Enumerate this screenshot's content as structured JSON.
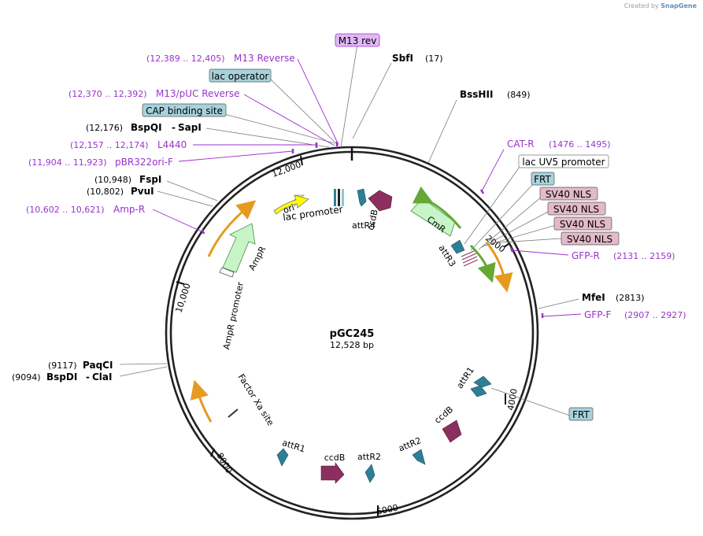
{
  "credit": {
    "prefix": "Created by",
    "brand": "SnapGene"
  },
  "plasmid": {
    "name": "pGC245",
    "size_label": "12,528 bp",
    "length": 12528
  },
  "colors": {
    "primer": "#9933cc",
    "primer_fill": "#e0b8f5",
    "misc_fill": "#a6d2dc",
    "nls_fill": "#e3bac9",
    "ori_fill": "#ffff00",
    "ccdb": "#8c2f5e",
    "att": "#2e7f96",
    "resist_fill": "#c8f5c8",
    "resist_stroke": "#4f9e4f",
    "orange": "#e69a1f",
    "green_arc": "#65a835"
  },
  "ticks": [
    "2000",
    "4000",
    "6000",
    "8000",
    "10,000",
    "12,000"
  ],
  "enzymes": {
    "sbfi": {
      "name": "SbfI",
      "pos": "(17)"
    },
    "bsshii": {
      "name": "BssHII",
      "pos": "(849)"
    },
    "mfei": {
      "name": "MfeI",
      "pos": "(2813)"
    },
    "paqci": {
      "name": "PaqCI",
      "pos": "(9117)"
    },
    "bspdi": {
      "name": "BspDI",
      "name2": "ClaI",
      "pos": "(9094)"
    },
    "pvui": {
      "name": "PvuI",
      "pos": "(10,802)"
    },
    "fspi": {
      "name": "FspI",
      "pos": "(10,948)"
    },
    "bspqi": {
      "name": "BspQI",
      "name2": "SapI",
      "pos": "(12,176)"
    }
  },
  "primers": {
    "m13rev": {
      "name": "M13 rev"
    },
    "m13reverse": {
      "name": "M13 Reverse",
      "range": "(12,389 .. 12,405)"
    },
    "m13puc": {
      "name": "M13/pUC Reverse",
      "range": "(12,370 .. 12,392)"
    },
    "l4440": {
      "name": "L4440",
      "range": "(12,157 .. 12,174)"
    },
    "pbr322": {
      "name": "pBR322ori-F",
      "range": "(11,904 .. 11,923)"
    },
    "ampr": {
      "name": "Amp-R",
      "range": "(10,602 .. 10,621)"
    },
    "catr": {
      "name": "CAT-R",
      "range": "(1476 .. 1495)"
    },
    "gfpr": {
      "name": "GFP-R",
      "range": "(2131 .. 2159)"
    },
    "gfpf": {
      "name": "GFP-F",
      "range": "(2907 .. 2927)"
    }
  },
  "boxes": {
    "lac_operator": "lac operator",
    "cap_site": "CAP binding site",
    "lac_uv5": "lac UV5 promoter",
    "frt1": "FRT",
    "frt2": "FRT",
    "nls1": "SV40 NLS",
    "nls2": "SV40 NLS",
    "nls3": "SV40 NLS",
    "nls4": "SV40 NLS"
  },
  "features": {
    "ori": "ori",
    "lac_promoter": "lac promoter",
    "ccdb_top": "ccdB",
    "attr4": "attR4",
    "cmr": "CmR",
    "attr3": "attR3",
    "ampr": "AmpR",
    "ampr_promoter": "AmpR promoter",
    "factor_xa": "Factor Xa site",
    "attr1_left": "attR1",
    "ccdb_bottom": "ccdB",
    "attr2_bottom": "attR2",
    "attr2_right": "attR2",
    "ccdb_right": "ccdB",
    "attr1_right": "attR1"
  }
}
